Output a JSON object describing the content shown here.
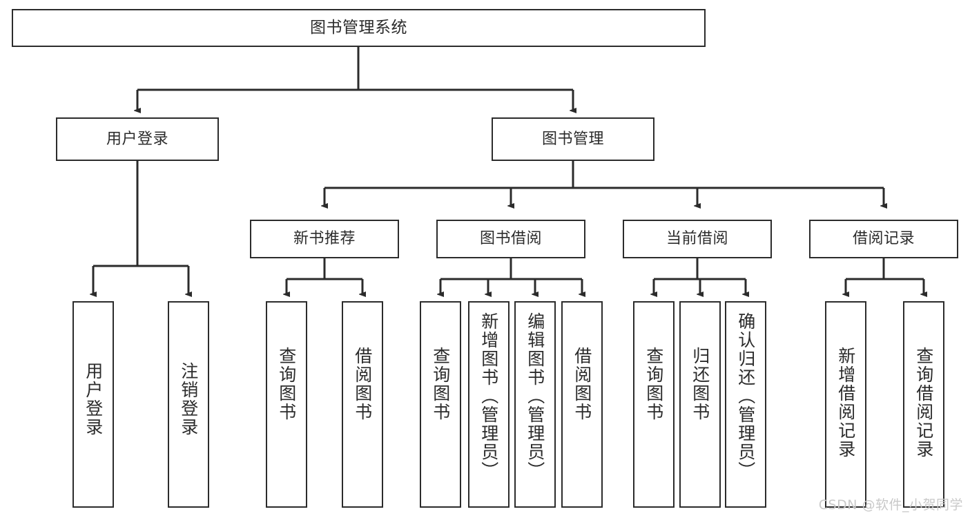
{
  "diagram": {
    "title": "图书管理系统",
    "type": "tree",
    "root": {
      "label": "图书管理系统"
    },
    "level2": [
      {
        "label": "用户登录"
      },
      {
        "label": "图书管理"
      }
    ],
    "level3": [
      {
        "label": "新书推荐"
      },
      {
        "label": "图书借阅"
      },
      {
        "label": "当前借阅"
      },
      {
        "label": "借阅记录"
      }
    ],
    "leaves": {
      "user_login": [
        {
          "label": "用户登录"
        },
        {
          "label": "注销登录"
        }
      ],
      "new_book_recommend": [
        {
          "label": "查询图书"
        },
        {
          "label": "借阅图书"
        }
      ],
      "book_borrow": [
        {
          "label": "查询图书"
        },
        {
          "label": "新增图书（管理员）"
        },
        {
          "label": "编辑图书（管理员）"
        },
        {
          "label": "借阅图书"
        }
      ],
      "current_borrow": [
        {
          "label": "查询图书"
        },
        {
          "label": "归还图书"
        },
        {
          "label": "确认归还（管理员）"
        }
      ],
      "borrow_record": [
        {
          "label": "新增借阅记录"
        },
        {
          "label": "查询借阅记录"
        }
      ]
    }
  },
  "watermark": {
    "text": "CSDN @软件_小贺同学"
  },
  "colors": {
    "stroke": "#2b2b2b",
    "background": "#ffffff",
    "text": "#2b2b2b",
    "watermark": "#c9c9c9"
  }
}
